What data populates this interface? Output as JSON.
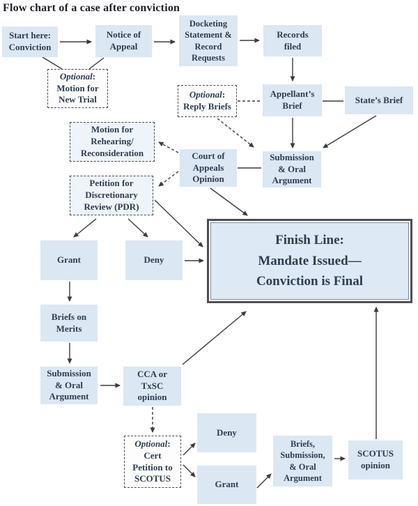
{
  "title": "Flow chart of a case after conviction",
  "colors": {
    "box_fill": "#dbe7f3",
    "box_text": "#2e3d50",
    "title_text": "#1d2026",
    "line": "#3b3b3b",
    "finish_fill": "#dde9f5",
    "dashed_box_fill": "#fdfdfd",
    "dashed_box_tint": "#eef4fa"
  },
  "nodes": {
    "start": "Start here:\nConviction",
    "notice": "Notice of\nAppeal",
    "docketing": "Docketing\nStatement &\nRecord\nRequests",
    "records": "Records\nfiled",
    "appellants_brief": "Appellant’s\nBrief",
    "states_brief": "State’s Brief",
    "court_opinion": "Court of\nAppeals\nOpinion",
    "submission1": "Submission\n& Oral\nArgument",
    "motion_rehearing": "Motion for\nRehearing/\nReconsideration",
    "pdr": "Petition for\nDiscretionary\nReview (PDR)",
    "grant_pdr": "Grant",
    "deny_pdr": "Deny",
    "finish": "Finish Line:\nMandate Issued—\nConviction is Final",
    "briefs_merits": "Briefs on\nMerits",
    "submission2": "Submission\n& Oral\nArgument",
    "cca_txsc": "CCA or\nTxSC\nopinion",
    "deny_cert": "Deny",
    "grant_cert": "Grant",
    "briefs_submission": "Briefs,\nSubmission,\n& Oral\nArgument",
    "scotus_opinion": "SCOTUS\nopinion",
    "motion_new_trial": {
      "italic": "Optional",
      "rest": ":\nMotion for\nNew Trial"
    },
    "reply_briefs": {
      "italic": "Optional",
      "rest": ":\nReply Briefs"
    },
    "cert_petition": {
      "italic": "Optional",
      "rest": ":\nCert\nPetition to\nSCOTUS"
    }
  }
}
